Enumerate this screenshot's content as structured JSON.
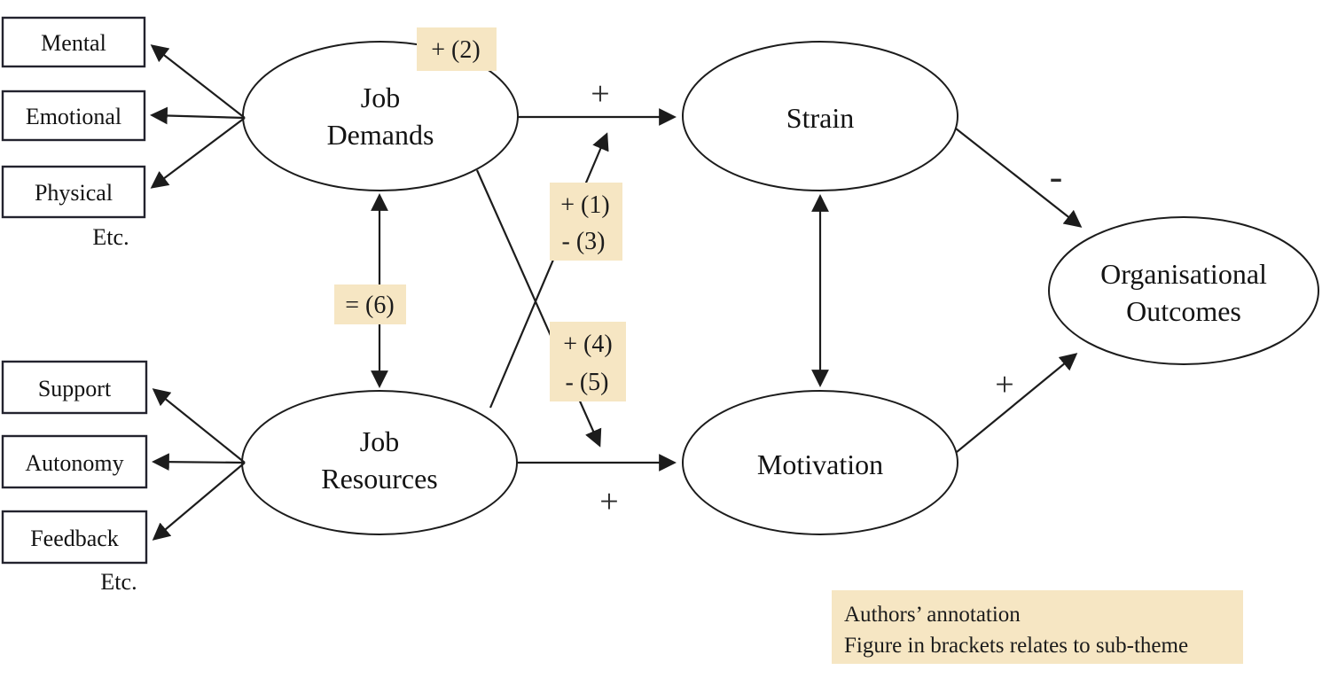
{
  "colors": {
    "highlight": "#f6e6c3",
    "line": "#1c1c1c",
    "box_border": "#23232e"
  },
  "nodes": {
    "job_demands": {
      "line1": "Job",
      "line2": "Demands"
    },
    "job_resources": {
      "line1": "Job",
      "line2": "Resources"
    },
    "strain": {
      "label": "Strain"
    },
    "motivation": {
      "label": "Motivation"
    },
    "organisational_outcomes": {
      "line1": "Organisational",
      "line2": "Outcomes"
    }
  },
  "demand_indicators": {
    "mental": "Mental",
    "emotional": "Emotional",
    "physical": "Physical",
    "etc": "Etc."
  },
  "resource_indicators": {
    "support": "Support",
    "autonomy": "Autonomy",
    "feedback": "Feedback",
    "etc": "Etc."
  },
  "path_signs": {
    "demands_to_strain": "+",
    "resources_to_motivation": "+",
    "strain_to_outcomes": "-",
    "motivation_to_outcomes": "+"
  },
  "annotations": {
    "on_demands": "+ (2)",
    "cross_upper_line1": "+ (1)",
    "cross_upper_line2": "- (3)",
    "cross_lower_line1": "+ (4)",
    "cross_lower_line2": "- (5)",
    "demands_resources": "= (6)",
    "legend_line1": "Authors’ annotation",
    "legend_line2": "Figure in brackets relates to sub-theme"
  }
}
